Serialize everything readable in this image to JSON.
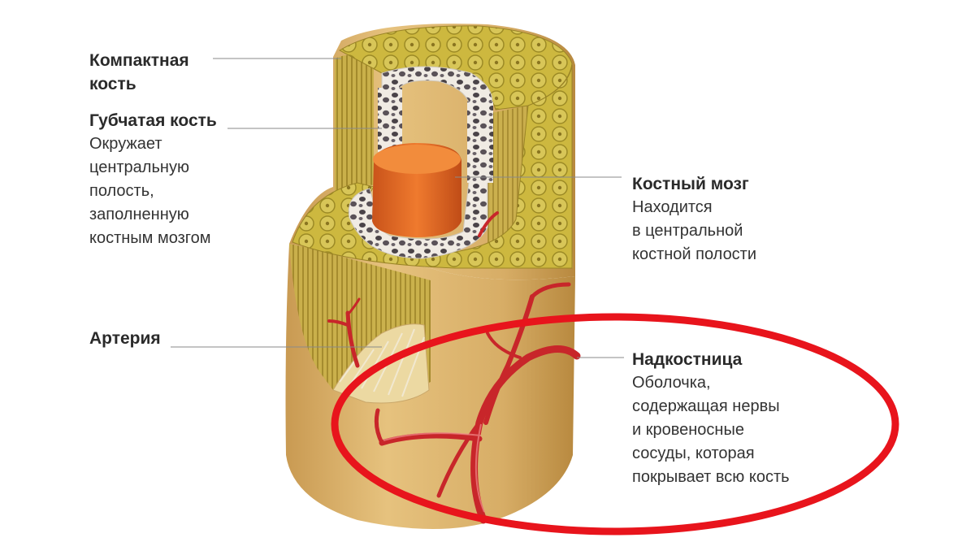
{
  "labels": {
    "compact": {
      "title": "Компактная кость"
    },
    "spongy": {
      "title": "Губчатая кость",
      "lines": [
        "Окружает",
        "центральную",
        "полость,",
        "заполненную",
        "костным мозгом"
      ]
    },
    "artery": {
      "title": "Артерия"
    },
    "marrow": {
      "title": "Костный мозг",
      "lines": [
        "Находится",
        "в центральной",
        "костной полости"
      ]
    },
    "periosteum": {
      "title": "Надкостница",
      "lines": [
        "Оболочка,",
        "содержащая нервы",
        "и кровеносные",
        "сосуды, которая",
        "покрывает всю кость"
      ]
    }
  },
  "colors": {
    "bone": "#d9b26a",
    "bone_dark": "#b98d45",
    "compact_top": "#cfb24c",
    "marrow": "#e0621f",
    "spongy": "#f1ede6",
    "artery": "#c8262a",
    "highlight_ellipse": "#e8141c"
  }
}
